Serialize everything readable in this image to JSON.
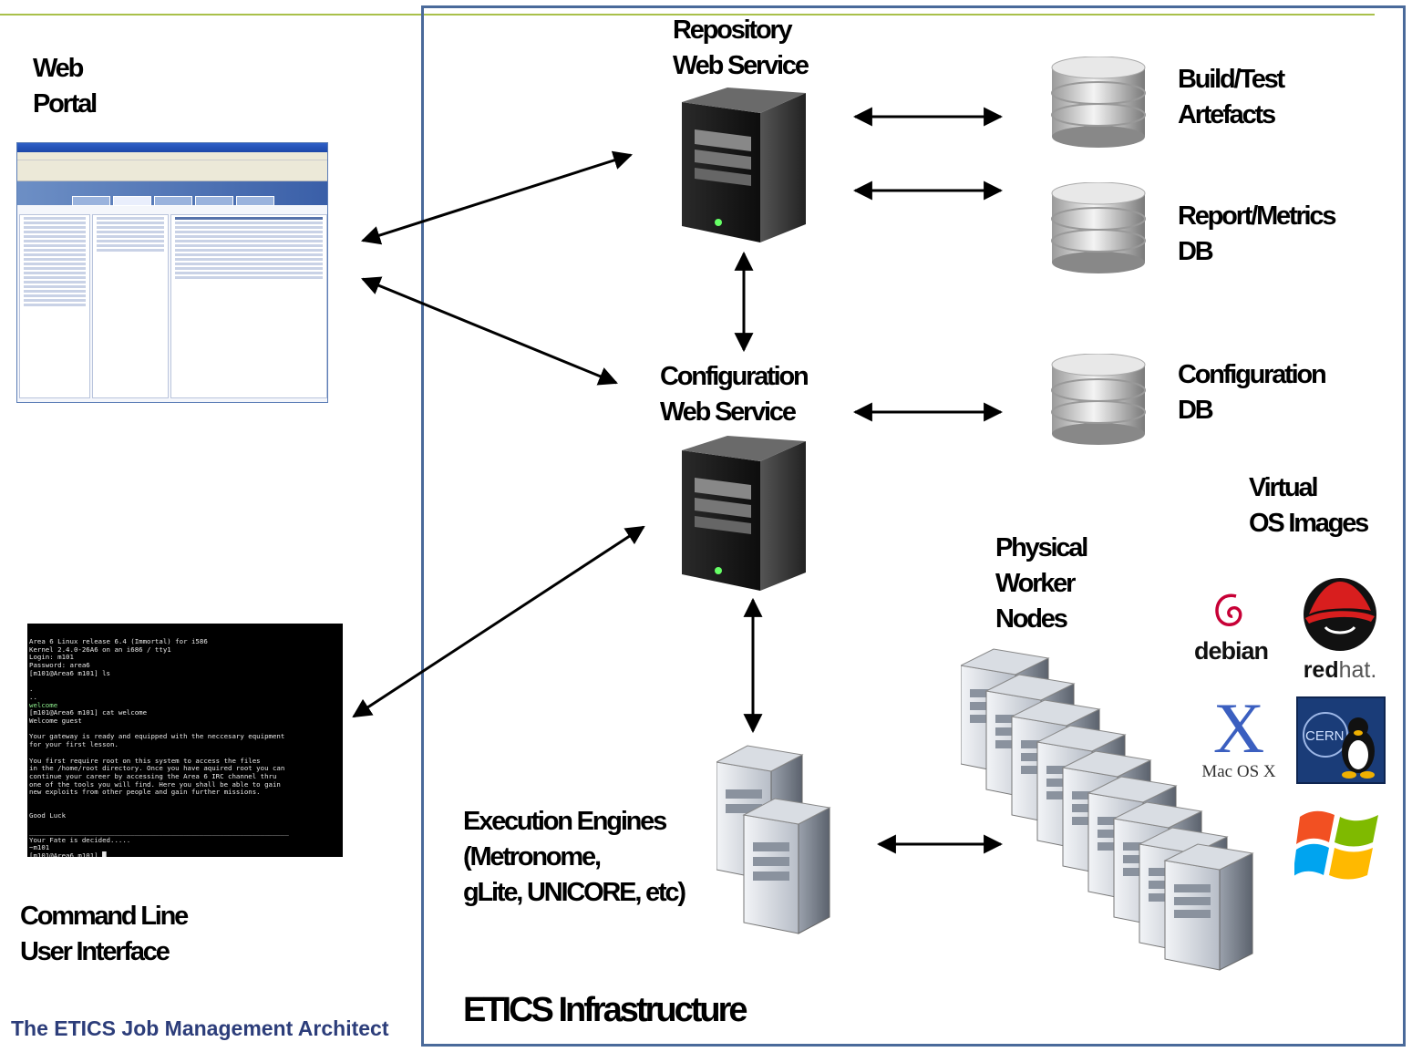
{
  "labels": {
    "web_portal": [
      "Web",
      "Portal"
    ],
    "repository_ws": [
      "Repository",
      "Web Service"
    ],
    "build_test": [
      "Build/Test",
      "Artefacts"
    ],
    "report_metrics": [
      "Report/Metrics",
      "DB"
    ],
    "configuration_ws": [
      "Configuration",
      "Web Service"
    ],
    "configuration_db": [
      "Configuration",
      "DB"
    ],
    "virtual_os": [
      "Virtual",
      "OS Images"
    ],
    "physical_nodes": [
      "Physical",
      "Worker",
      "Nodes"
    ],
    "execution_engines": [
      "Execution Engines",
      "(Metronome,",
      "gLite, UNICORE, etc)"
    ],
    "cli": [
      "Command Line",
      "User Interface"
    ],
    "infrastructure": "ETICS Infrastructure",
    "footer": "The ETICS Job Management Architect"
  },
  "os_logos": {
    "debian": "debian",
    "redhat_bold": "red",
    "redhat_light": "hat.",
    "mac_x": "X",
    "mac": "Mac OS X",
    "cern": "CERN"
  },
  "terminal": {
    "lines": [
      "Area 6 Linux release 6.4 (Immortal) for i586",
      "Kernel 2.4.0-26A6 on an i686 / tty1",
      "Login: m101",
      "Password: area6",
      "[m101@Area6 m101] ls",
      "",
      ".",
      "..",
      "welcome",
      "[m101@Area6 m101] cat welcome",
      "Welcome guest",
      "",
      "Your gateway is ready and equipped with the neccesary equipment",
      "for your first lesson.",
      "",
      "You first require root on this system to access the files",
      "in the /home/root directory. Once you have aquired root you can",
      "continue your career by accessing the Area 6 IRC channel thru",
      "one of the tools you will find. Here you shall be able to gain",
      "new exploits from other people and gain further missions.",
      "",
      "",
      "Good Luck",
      "",
      "________________________________________________________________",
      "Your Fate is decided.....",
      "~m101",
      "[m101@Area6 m101] █"
    ]
  },
  "colors": {
    "frame": "#4a6a9a",
    "footer_text": "#2c3d7a",
    "top_rule": "#a9c04a"
  },
  "icons": [
    "server-icon",
    "database-icon",
    "worker-node-icon",
    "debian-logo",
    "redhat-logo",
    "macosx-logo",
    "cern-linux-logo",
    "windows-logo"
  ]
}
